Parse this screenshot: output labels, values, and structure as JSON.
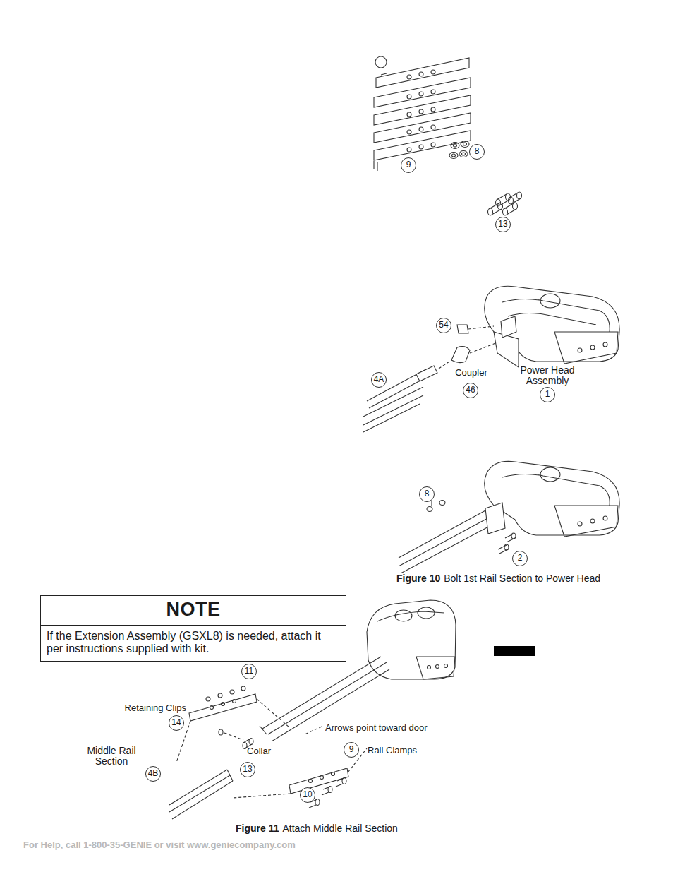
{
  "diagram": {
    "nodes": [
      {
        "text": [
          "NOTE",
          "If the Extension Assembly (GSXL8) is needed, attach it per instructions supplied with kit."
        ]
      }
    ],
    "labels": [
      "9",
      "8",
      "13",
      "54",
      "4A",
      "Coupler",
      "46",
      "Power Head Assembly",
      "1",
      "8",
      "2",
      "Figure 10",
      "Bolt 1st Rail Section to Power Head",
      "11",
      "Retaining Clips",
      "14",
      "Middle Rail Section",
      "4B",
      "Collar",
      "13",
      "Arrows point toward door",
      "9",
      "Rail Clamps",
      "10",
      "Figure 11",
      "Attach Middle Rail Section",
      "For Help, call 1-800-35-GENIE or visit www.geniecompany.com"
    ]
  }
}
